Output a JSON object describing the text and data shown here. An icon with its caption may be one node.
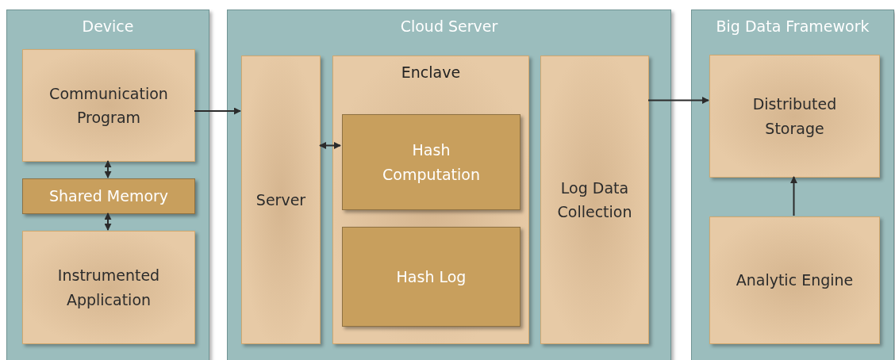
{
  "diagram": {
    "nodes": [
      {
        "text": [
          "Device"
        ]
      },
      {
        "text": [
          "Communication Program"
        ],
        "in": 0
      },
      {
        "text": [
          "Shared Memory"
        ],
        "in": 0
      },
      {
        "text": [
          "Instrumented Application"
        ],
        "in": 0
      },
      {
        "text": [
          "Cloud Server"
        ]
      },
      {
        "text": [
          "Server"
        ],
        "in": 4
      },
      {
        "text": [
          "Enclave"
        ],
        "in": 4
      },
      {
        "text": [
          "Hash Computation"
        ],
        "in": 6
      },
      {
        "text": [
          "Hash Log"
        ],
        "in": 6
      },
      {
        "text": [
          "Log Data Collection"
        ],
        "in": 4
      },
      {
        "text": [
          "Big Data Framework"
        ]
      },
      {
        "text": [
          "Distributed Storage"
        ],
        "in": 10
      },
      {
        "text": [
          "Analytic Engine"
        ],
        "in": 10
      }
    ],
    "edges": [
      {
        "from": 1,
        "to": 5,
        "arrow": "to"
      },
      {
        "from": 1,
        "to": 2,
        "arrow": "both"
      },
      {
        "from": 2,
        "to": 3,
        "arrow": "both"
      },
      {
        "from": 5,
        "to": 7,
        "arrow": "both"
      },
      {
        "from": 9,
        "to": 11,
        "arrow": "to"
      },
      {
        "from": 12,
        "to": 11,
        "arrow": "to"
      }
    ]
  }
}
